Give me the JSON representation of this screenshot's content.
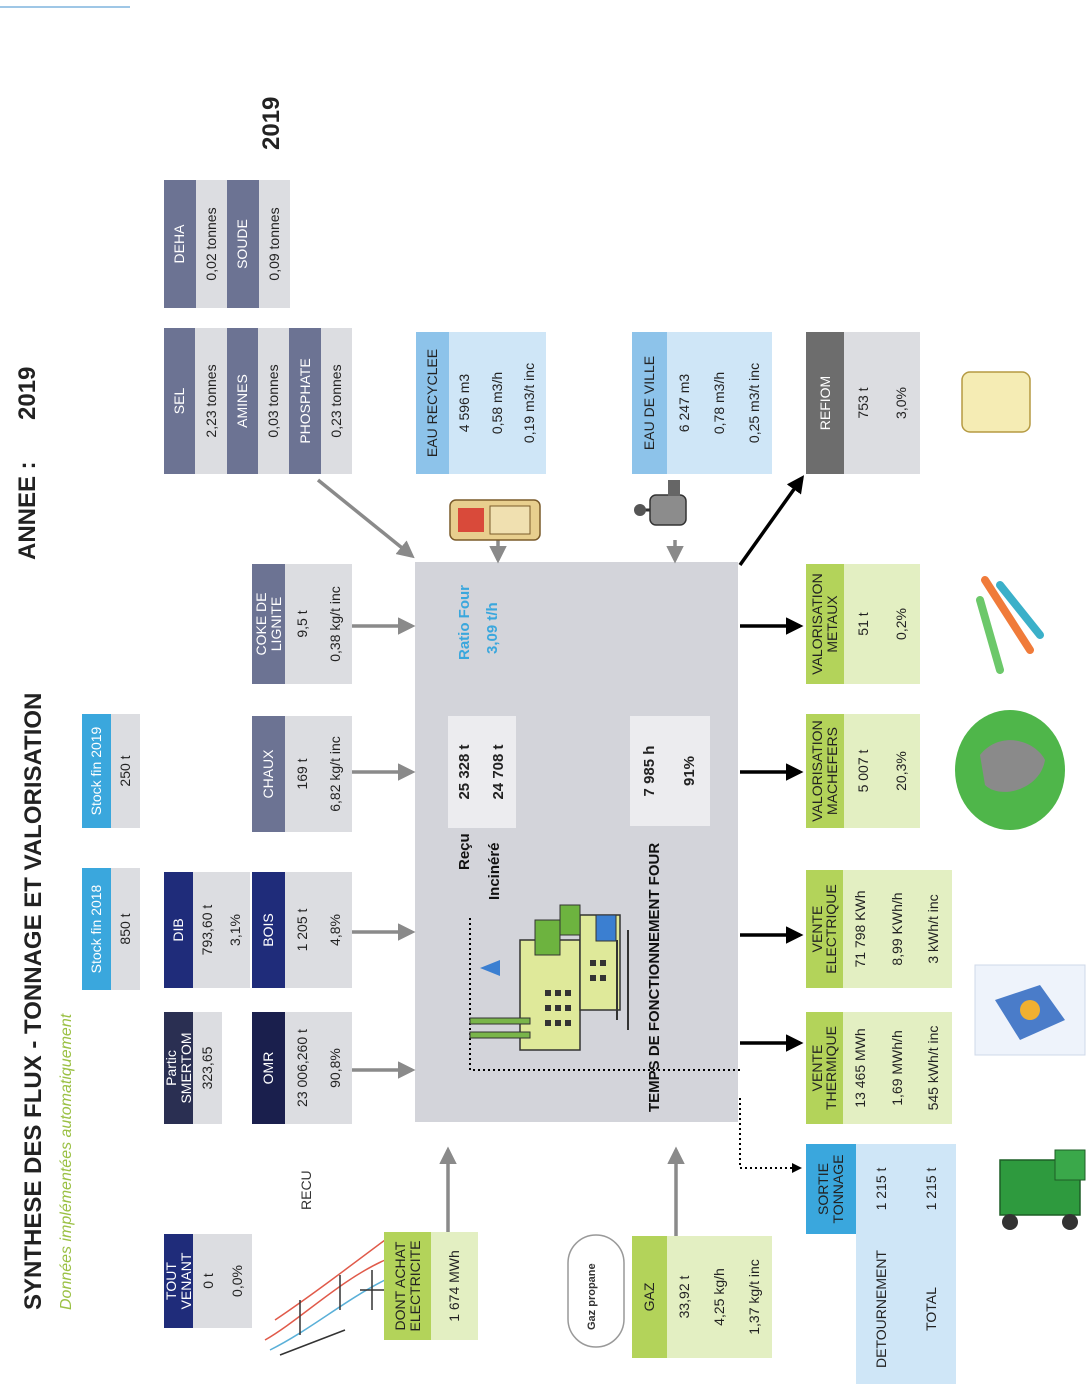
{
  "header": {
    "title": "SYNTHESE DES FLUX - TONNAGE ET VALORISATION",
    "subtitle": "Données implémentées automatiquement",
    "annee_label": "ANNEE :",
    "annee_value": "2019",
    "year_tag": "2019"
  },
  "recu_label": "RECU",
  "inputs": {
    "tout_venant": {
      "label": "TOUT VENANT",
      "v1": "0 t",
      "v2": "0,0%"
    },
    "partic_smertom": {
      "label": "Partic SMERTOM",
      "v1": "323,65"
    },
    "omr": {
      "label": "OMR",
      "v1": "23 006,260 t",
      "v2": "90,8%"
    },
    "dib": {
      "label": "DIB",
      "v1": "793,60 t",
      "v2": "3,1%"
    },
    "bois": {
      "label": "BOIS",
      "v1": "1 205 t",
      "v2": "4,8%"
    },
    "stock_2018": {
      "label": "Stock fin 2018",
      "v1": "850 t"
    },
    "stock_2019": {
      "label": "Stock fin 2019",
      "v1": "250 t"
    },
    "chaux": {
      "label": "CHAUX",
      "v1": "169 t",
      "v2": "6,82 kg/t inc"
    },
    "coke": {
      "label": "COKE DE LIGNITE",
      "v1": "9,5 t",
      "v2": "0,38 kg/t inc"
    },
    "electricite": {
      "label": "DONT ACHAT ELECTRICITE",
      "v1": "1 674 MWh"
    },
    "gaz": {
      "label": "GAZ",
      "v1": "33,92 t",
      "v2": "4,25 kg/h",
      "v3": "1,37 kg/t inc"
    },
    "gaz_propane": "Gaz propane"
  },
  "reactifs": {
    "sel": {
      "label": "SEL",
      "v1": "2,23 tonnes"
    },
    "amines": {
      "label": "AMINES",
      "v1": "0,03 tonnes"
    },
    "phosphate": {
      "label": "PHOSPHATE",
      "v1": "0,23 tonnes"
    },
    "deha": {
      "label": "DEHA",
      "v1": "0,02 tonnes"
    },
    "soude": {
      "label": "SOUDE",
      "v1": "0,09 tonnes"
    }
  },
  "eau": {
    "recyclee": {
      "label": "EAU RECYCLEE",
      "v1": "4 596 m3",
      "v2": "0,58 m3/h",
      "v3": "0,19 m3/t inc"
    },
    "ville": {
      "label": "EAU DE VILLE",
      "v1": "6 247 m3",
      "v2": "0,78 m3/h",
      "v3": "0,25 m3/t inc"
    }
  },
  "center": {
    "ratio_label": "Ratio Four",
    "ratio_value": "3,09 t/h",
    "recu_label": "Reçu",
    "recu_value": "25 328 t",
    "incinere_label": "Incinéré",
    "incinere_value": "24 708 t",
    "temps_label": "TEMPS DE FONCTIONNEMENT FOUR",
    "temps_hours": "7 985 h",
    "temps_pct": "91%"
  },
  "outputs": {
    "refiom": {
      "label": "REFIOM",
      "v1": "753 t",
      "v2": "3,0%"
    },
    "metaux": {
      "label": "VALORISATION METAUX",
      "v1": "51 t",
      "v2": "0,2%"
    },
    "machefers": {
      "label": "VALORISATION MACHEFERS",
      "v1": "5 007 t",
      "v2": "20,3%"
    },
    "electrique": {
      "label": "VENTE ELECTRIQUE",
      "v1": "71 798 KWh",
      "v2": "8,99 KWh/h",
      "v3": "3 kWh/t inc"
    },
    "thermique": {
      "label": "VENTE THERMIQUE",
      "v1": "13 465 MWh",
      "v2": "1,69 MWh/h",
      "v3": "545 kWh/t inc"
    },
    "sortie": {
      "label": "SORTIE TONNAGE",
      "detournement_label": "DETOURNEMENT",
      "detournement_value": "1 215 t",
      "total_label": "TOTAL",
      "total_value": "1 215 t"
    }
  },
  "colors": {
    "navy": "#1f2c7a",
    "slate": "#6c7393",
    "light_grey": "#dcdde1",
    "sky": "#3aa7dd",
    "pale_sky": "#cfe6f7",
    "lime": "#b3d35a",
    "pale_lime": "#e3efc2",
    "dark_grey": "#6d6d6d",
    "center": "#d3d4da"
  }
}
